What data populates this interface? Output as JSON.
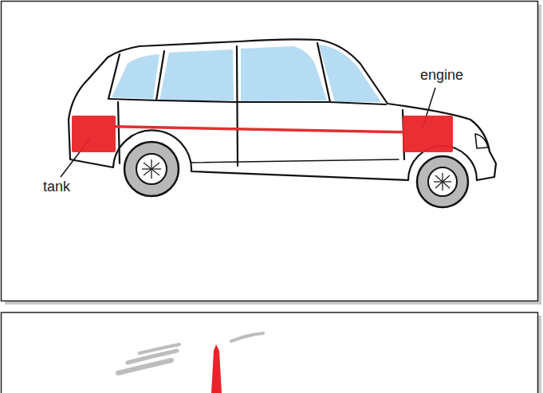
{
  "diagram": {
    "nodes": [
      {
        "text": [
          "tank"
        ]
      },
      {
        "text": [
          "engine"
        ]
      }
    ],
    "edges": [
      {
        "from": 0,
        "to": 1,
        "arrow": "none"
      }
    ]
  }
}
